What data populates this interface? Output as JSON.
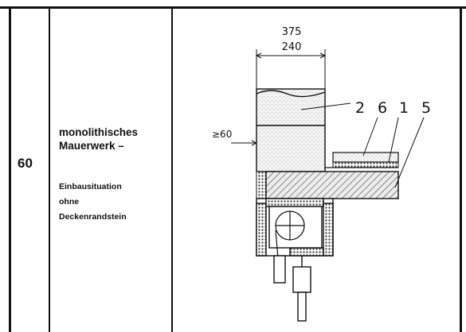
{
  "row": {
    "number": "60",
    "title": "monolithisches Mauerwerk –",
    "situation_lines": [
      "Einbausituation",
      "ohne",
      "Deckenrandstein"
    ]
  },
  "drawing": {
    "dim_outer": "375",
    "dim_inner": "240",
    "dim_min": "≥60",
    "callouts": [
      "2",
      "6",
      "1",
      "5"
    ]
  },
  "colors": {
    "line": "#111111",
    "hatch_fill": "#ececec",
    "dot_fill": "#f2f2f2"
  }
}
